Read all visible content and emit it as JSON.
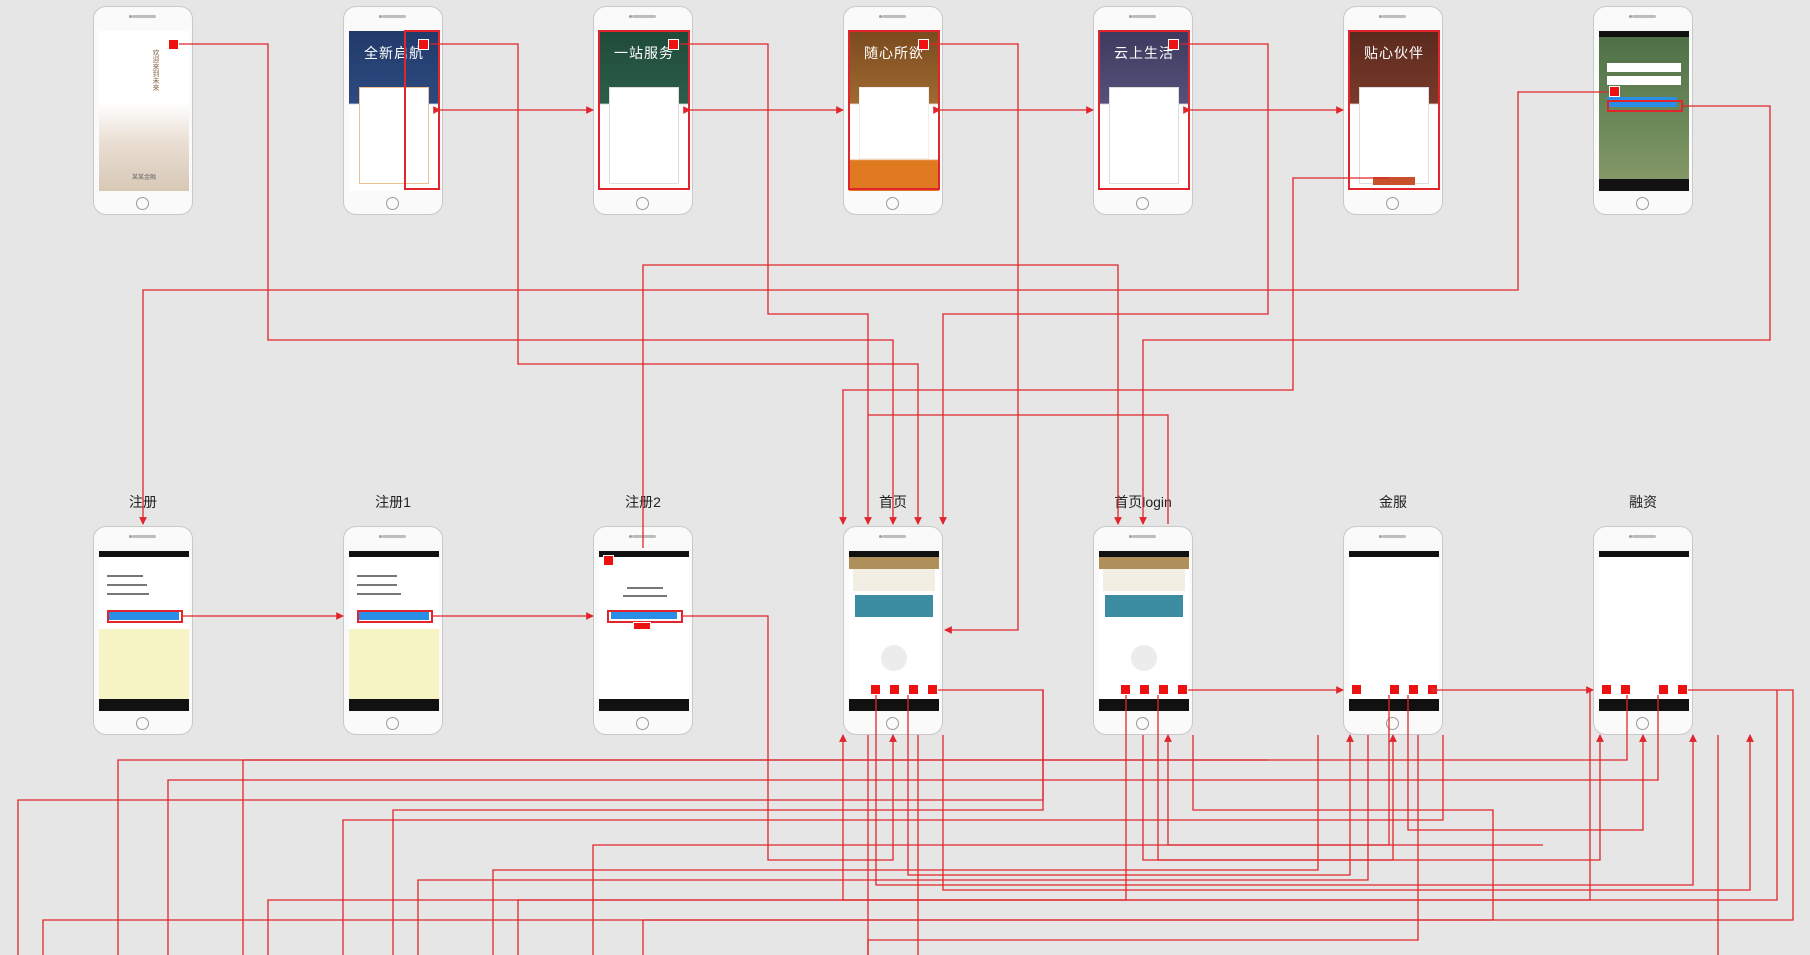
{
  "screens": {
    "splash1": {
      "sub": "",
      "welcome": "欢迎来到未来",
      "brand": "某某金融"
    },
    "splash2": {
      "sub": "全新启航",
      "title": "全新启航"
    },
    "splash3": {
      "sub": "一站服务",
      "title": "一站服务"
    },
    "splash4": {
      "sub": "随心所欲",
      "title": "随心所欲"
    },
    "splash5": {
      "sub": "云上生活",
      "title": "云上生活"
    },
    "splash6": {
      "sub": "贴心伙伴",
      "title": "贴心伙伴"
    },
    "login": {
      "sub": ""
    }
  },
  "labels": {
    "register": "注册",
    "register1": "注册1",
    "register2": "注册2",
    "home": "首页",
    "home_login": "首页login",
    "jinfu": "金服",
    "rongzi": "融资"
  },
  "colors": {
    "background": "#e6e6e6",
    "link": "#e0262c",
    "button": "#2a8ee6",
    "panel_yellow": "#f6f4c4"
  }
}
